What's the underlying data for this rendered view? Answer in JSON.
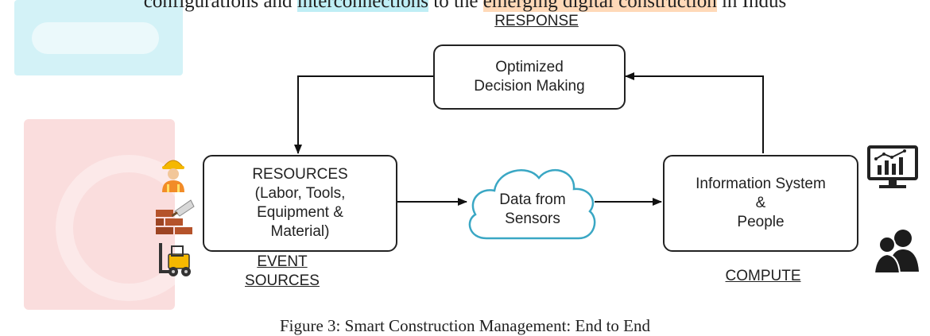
{
  "page": {
    "top_text_parts": [
      "configurations and ",
      "interconnections",
      " to the ",
      "emerging digital construction",
      " in Indus"
    ],
    "caption": "Figure 3: Smart Construction Management: End to End"
  },
  "diagram": {
    "response_label": "RESPONSE",
    "decision_box": [
      "Optimized",
      "Decision Making"
    ],
    "resources_box": [
      "RESOURCES",
      "(Labor, Tools,",
      "Equipment &",
      "Material)"
    ],
    "event_sources_label": [
      "EVENT",
      "SOURCES"
    ],
    "cloud_text": [
      "Data from",
      "Sensors"
    ],
    "info_box": [
      "Information System",
      "&",
      "People"
    ],
    "compute_label": "COMPUTE"
  },
  "icons": {
    "worker": "construction-worker-icon",
    "bricks": "bricks-trowel-icon",
    "forklift": "forklift-icon",
    "monitor": "monitor-chart-icon",
    "people": "people-icon"
  },
  "colors": {
    "cloud_stroke": "#3aa7c4",
    "watermark_cyan": "#aee7f1",
    "watermark_red": "#f3b4b4"
  }
}
